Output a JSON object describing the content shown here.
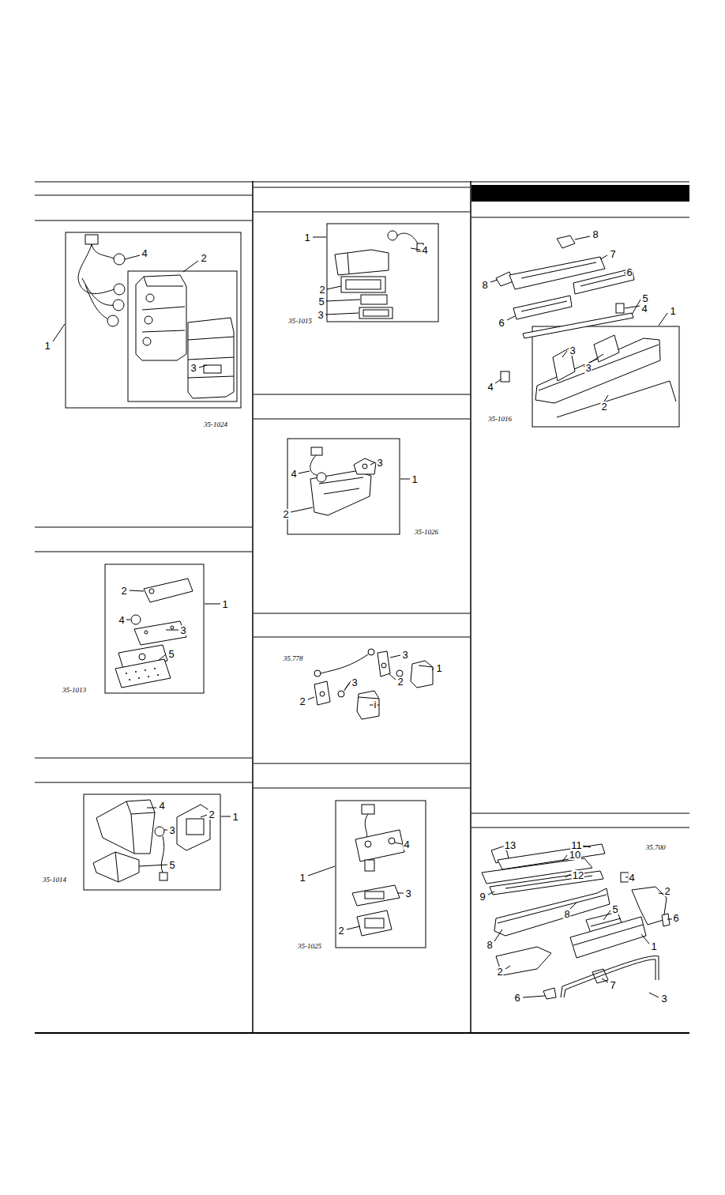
{
  "diagram": {
    "labels": [
      "1",
      "4",
      "2",
      "3",
      "35-1024",
      "1",
      "4",
      "2",
      "5",
      "3",
      "35-1015",
      "8",
      "8",
      "7",
      "6",
      "6",
      "5",
      "4",
      "1",
      "3",
      "3",
      "4",
      "2",
      "35-1016",
      "2",
      "1",
      "4",
      "3",
      "5",
      "35-1013",
      "4",
      "3",
      "1",
      "2",
      "35-1026",
      "35.778",
      "3",
      "1",
      "3",
      "2",
      "2",
      "i",
      "4",
      "3",
      "2",
      "1",
      "5",
      "35-1014",
      "4",
      "1",
      "3",
      "2",
      "35-1025",
      "13",
      "11",
      "10",
      "35.700",
      "12",
      "4",
      "2",
      "9",
      "5",
      "6",
      "8",
      "8",
      "1",
      "2",
      "7",
      "6",
      "3"
    ]
  }
}
